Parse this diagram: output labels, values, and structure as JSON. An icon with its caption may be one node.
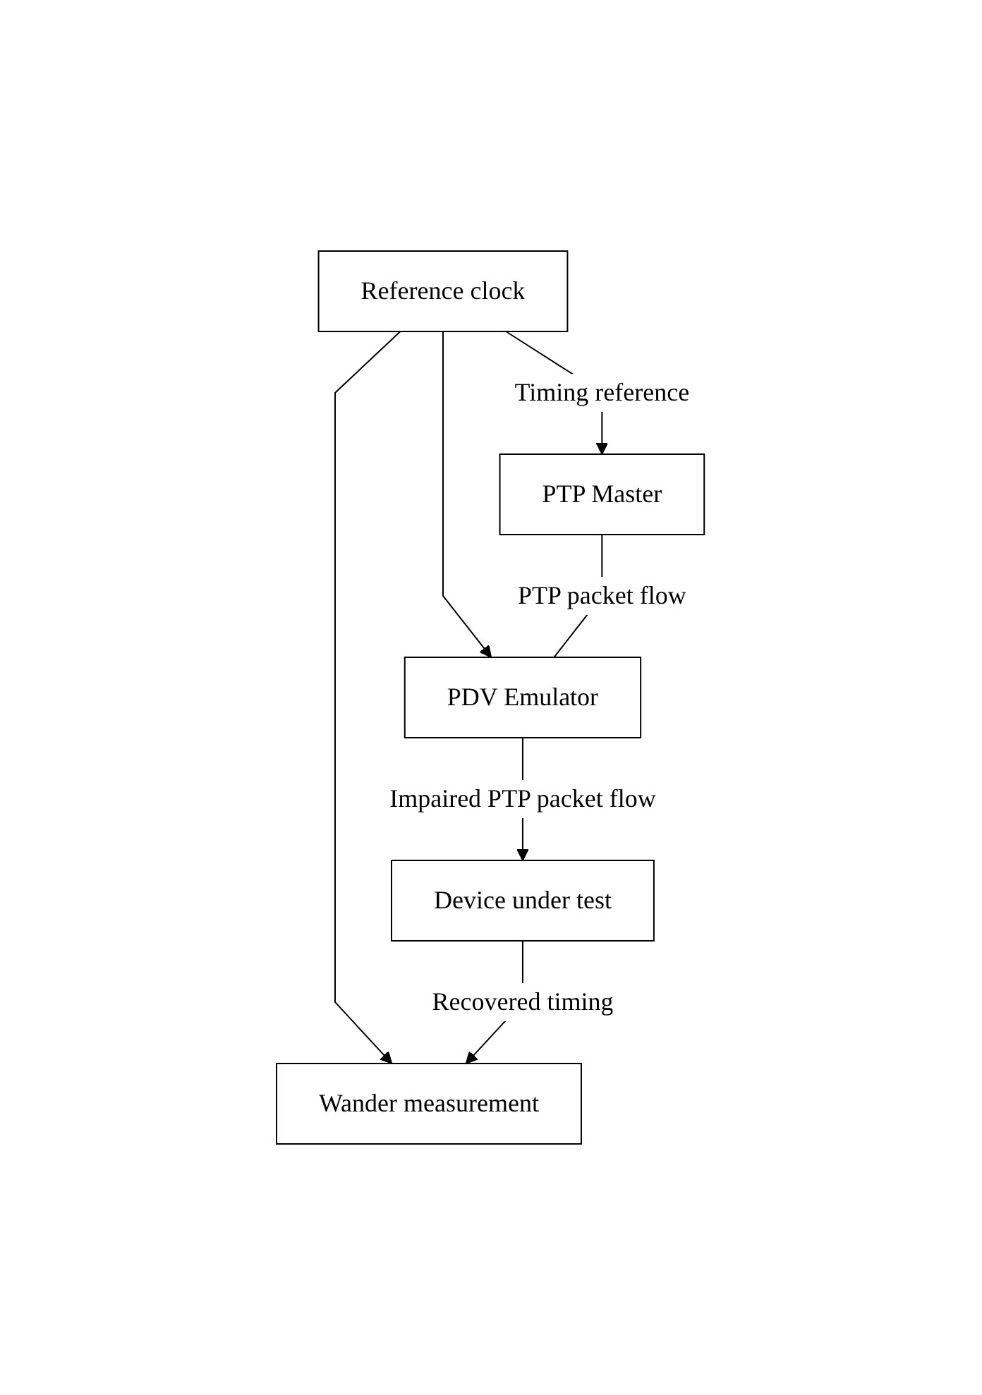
{
  "diagram": {
    "nodes": [
      {
        "text": [
          "Reference clock"
        ]
      },
      {
        "text": [
          "PTP Master"
        ]
      },
      {
        "text": [
          "PDV Emulator"
        ]
      },
      {
        "text": [
          "Device under test"
        ]
      },
      {
        "text": [
          "Wander measurement"
        ]
      }
    ],
    "edges": [
      {
        "from": 0,
        "to": 1,
        "arrow": "to",
        "label": "Timing reference"
      },
      {
        "from": 0,
        "to": 2,
        "arrow": "to"
      },
      {
        "from": 0,
        "to": 4,
        "arrow": "to"
      },
      {
        "from": 1,
        "to": 2,
        "arrow": "none",
        "label": "PTP packet flow"
      },
      {
        "from": 2,
        "to": 3,
        "arrow": "to",
        "label": "Impaired PTP packet flow"
      },
      {
        "from": 3,
        "to": 4,
        "arrow": "to",
        "label": "Recovered timing"
      }
    ]
  }
}
